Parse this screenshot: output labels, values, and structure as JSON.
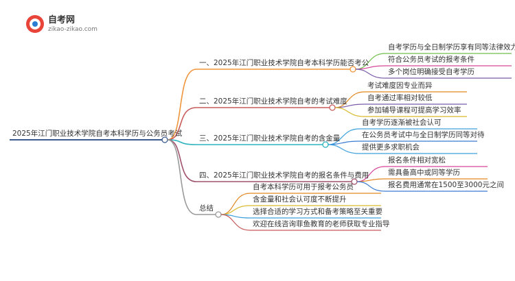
{
  "logo": {
    "title": "自考网",
    "subtitle": "zikao-zikao.com"
  },
  "root": "2025年江门职业技术学院自考本科学历与公务员考试",
  "branches": [
    {
      "label": "一、2025年江门职业技术学院自考本科学历能否考公",
      "color": "#f0953a",
      "children": [
        "自考学历与全日制学历享有同等法律效力",
        "符合公务员考试的报考条件",
        "多个岗位明确接受自考学历"
      ]
    },
    {
      "label": "二、2025年江门职业技术学院自考的考试难度",
      "color": "#c85a5a",
      "children": [
        "考试难度因专业而异",
        "自考通过率相对较低",
        "参加辅导课程可提高学习效率"
      ]
    },
    {
      "label": "三、2025年江门职业技术学院自考的含金量",
      "color": "#2bb3c0",
      "children": [
        "自考学历逐渐被社会认可",
        "在公务员考试中与全日制学历同等对待",
        "提供更多求职机会"
      ]
    },
    {
      "label": "四、2025年江门职业技术学院自考的报名条件与费用",
      "color": "#a0516e",
      "children": [
        "报名条件相对宽松",
        "需具备高中或同等学历",
        "报名费用通常在1500至3000元之间"
      ]
    },
    {
      "label": "总结",
      "color": "#999999",
      "children": [
        "自考本科学历可用于报考公务员",
        "含金量和社会认可度不断提升",
        "选择合适的学习方式和备考策略至关重要",
        "欢迎在线咨询菲鱼教育的老师获取专业指导"
      ]
    }
  ],
  "colors": {
    "root_line": "#3a5a8c",
    "children": [
      [
        "#6fbf4a",
        "#d6449b",
        "#7b5ba8"
      ],
      [
        "#e2871f",
        "#7b5ba8",
        "#d9b82a"
      ],
      [
        "#3aa0dc",
        "#3a7ad0",
        "#3aa0dc"
      ],
      [
        "#d6449b",
        "#e2871f",
        "#3a7ad0"
      ],
      [
        "#e2871f",
        "#d9b82a",
        "#3aa0dc",
        "#c85a5a"
      ]
    ]
  }
}
